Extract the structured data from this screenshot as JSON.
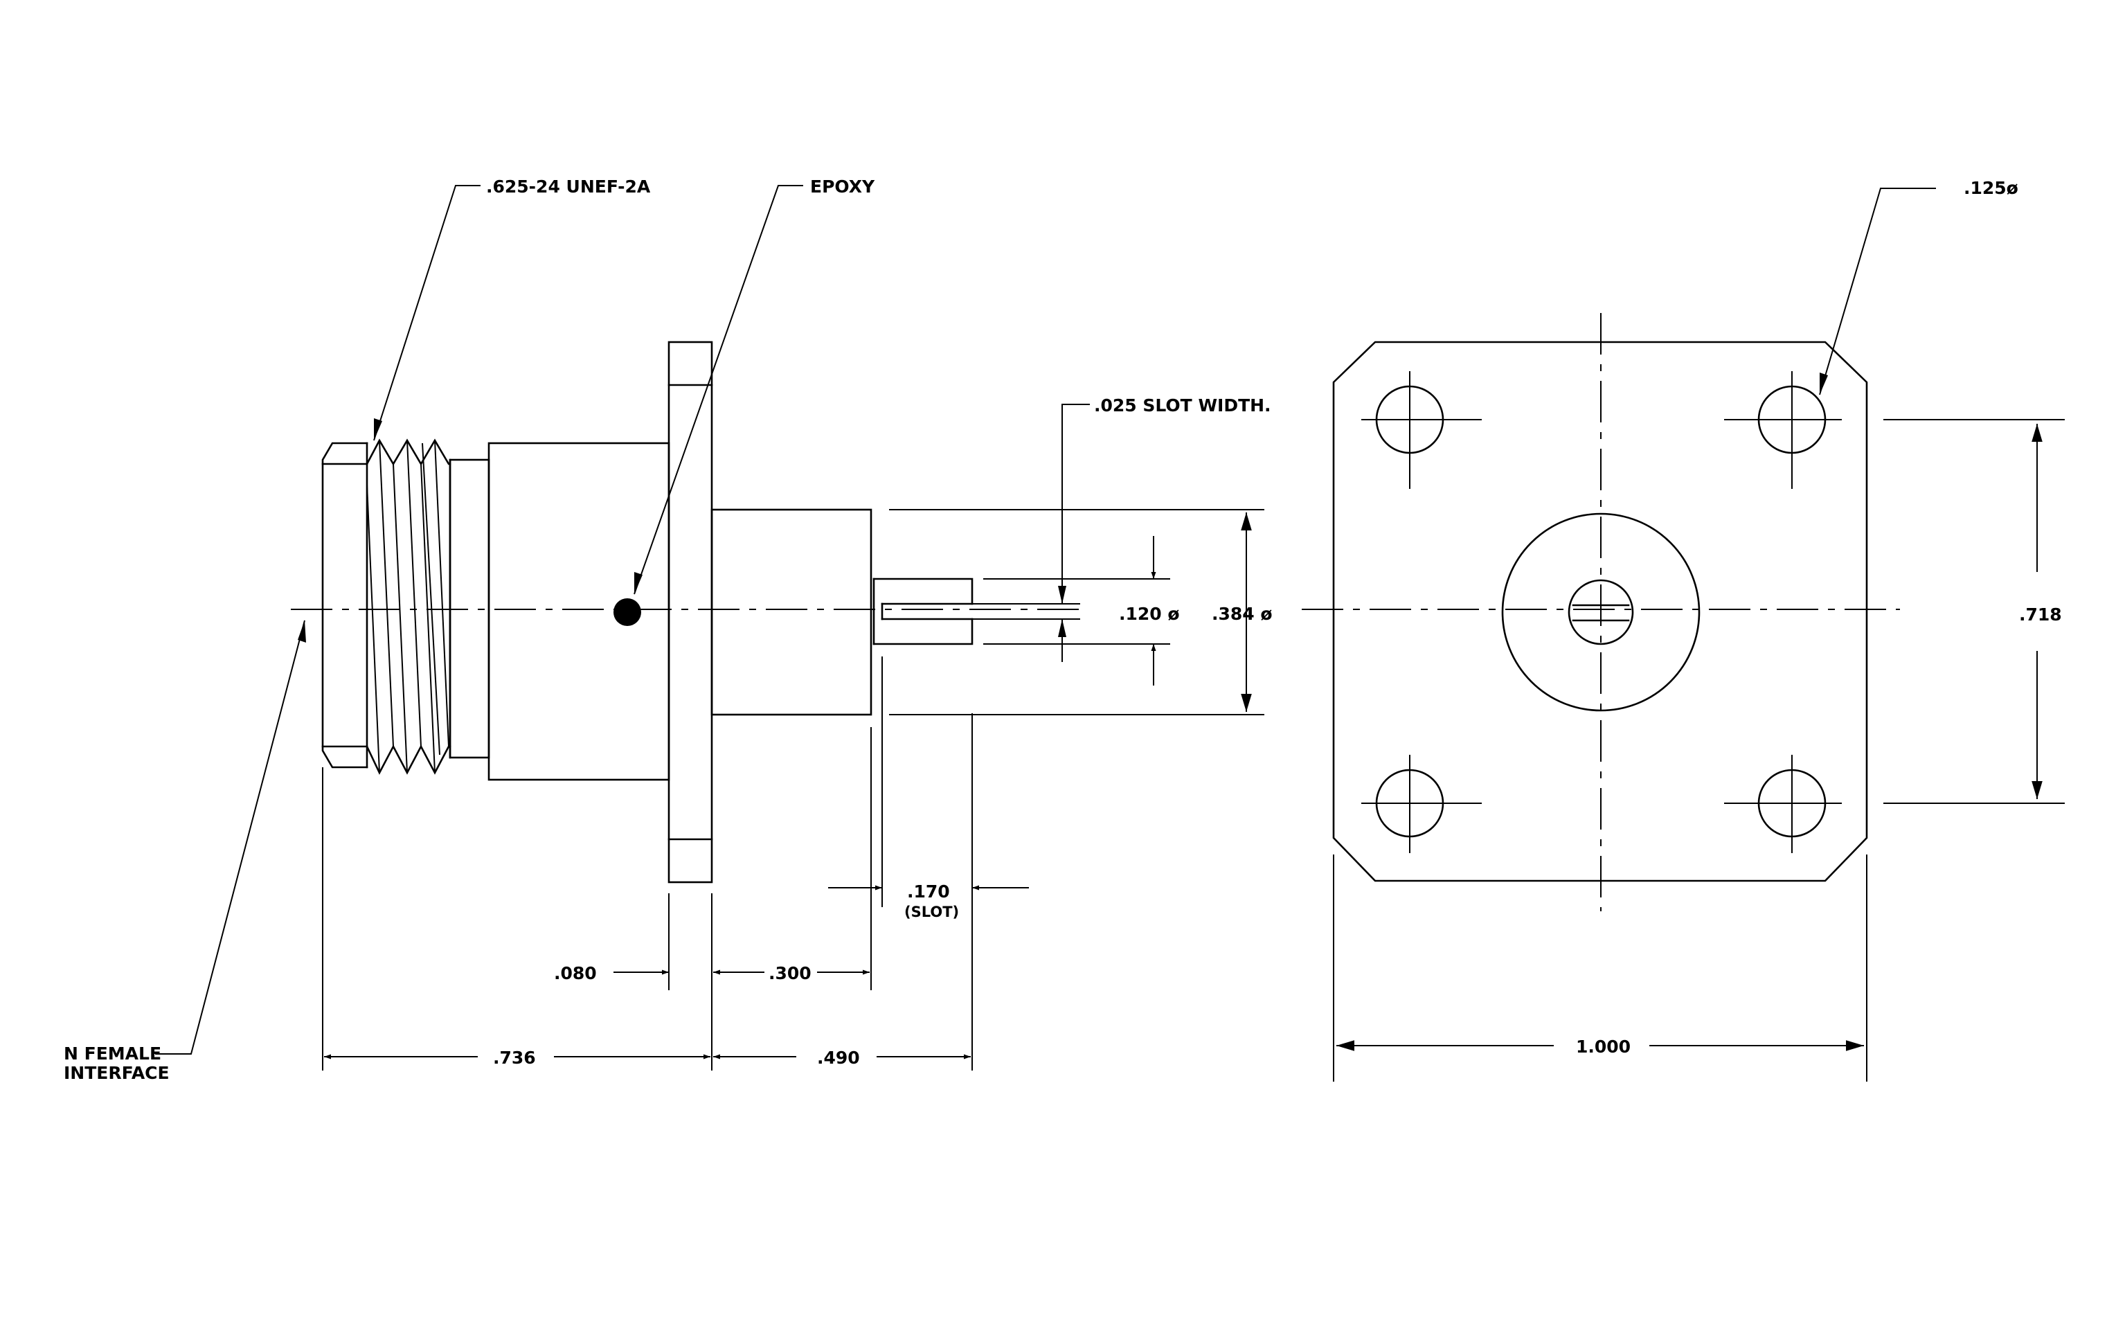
{
  "drawing": {
    "colors": {
      "ink": "#000000",
      "paper": "#ffffff"
    },
    "callouts": {
      "thread": ".625-24 UNEF-2A",
      "epoxy": "EPOXY",
      "slot_width": ".025 SLOT WIDTH.",
      "hole_dia": ".125ø",
      "interface_line1": "N FEMALE",
      "interface_line2": "INTERFACE"
    },
    "dimensions": {
      "pin_dia": ".120 ø",
      "body_dia": ".384 ø",
      "hole_spacing": ".718",
      "flange_thickness": ".080",
      "body_length": ".300",
      "slot_length": ".170",
      "slot_label": "(SLOT)",
      "front_length": ".736",
      "rear_length": ".490",
      "flange_width": "1.000"
    }
  }
}
